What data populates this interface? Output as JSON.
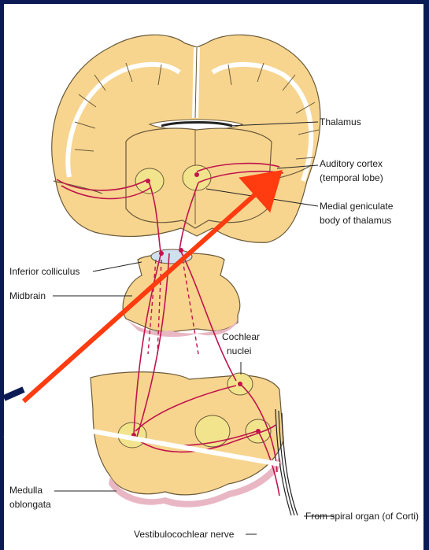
{
  "labels": {
    "thalamus": "Thalamus",
    "auditory_cortex_1": "Auditory cortex",
    "auditory_cortex_2": "(temporal lobe)",
    "medial_geniculate_1": "Medial geniculate",
    "medial_geniculate_2": "body of thalamus",
    "inferior_colliculus": "Inferior colliculus",
    "midbrain": "Midbrain",
    "cochlear_nuclei_1": "Cochlear",
    "cochlear_nuclei_2": "nuclei",
    "medulla_1": "Medulla",
    "medulla_2": "oblongata",
    "spiral_organ": "From spiral organ (of Corti)",
    "vestibulocochlear": "Vestibulocochlear nerve"
  },
  "colors": {
    "background": "#0a1a55",
    "panel": "#ffffff",
    "tissue": "#f7d58f",
    "tissue_outline": "#6b5a3a",
    "pathway": "#c0144c",
    "pink_edge": "#e9b7c4",
    "arrow": "#ff3b0f"
  }
}
